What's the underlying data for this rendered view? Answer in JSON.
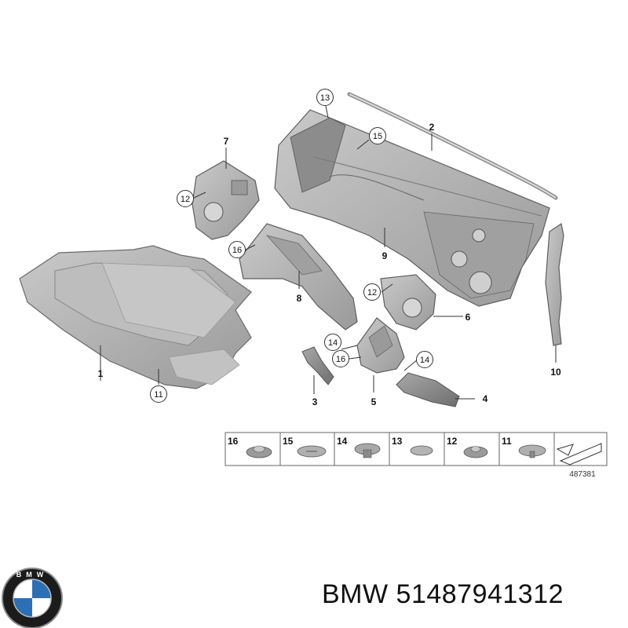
{
  "diagram": {
    "part_numbers": [
      "1",
      "2",
      "3",
      "4",
      "5",
      "6",
      "7",
      "8",
      "9",
      "10"
    ],
    "callouts": {
      "c13_top": "13",
      "c15_top": "15",
      "c12_left": "12",
      "c16_left": "16",
      "c12_mid": "12",
      "c14_left": "14",
      "c16_mid": "16",
      "c14_right": "14",
      "c11_bottom": "11"
    },
    "labels": {
      "l1": "1",
      "l2": "2",
      "l3": "3",
      "l4": "4",
      "l5": "5",
      "l6": "6",
      "l7": "7",
      "l8": "8",
      "l9": "9",
      "l10": "10"
    },
    "legend": [
      "16",
      "15",
      "14",
      "13",
      "12",
      "11"
    ],
    "diagram_id": "487381"
  },
  "brand": {
    "logo_letters": "BMW",
    "text": "BMW 51487941312"
  },
  "colors": {
    "part_fill": "#b4b4b4",
    "part_dark": "#8a8a8a",
    "bmw_blue": "#2d6fb5"
  }
}
